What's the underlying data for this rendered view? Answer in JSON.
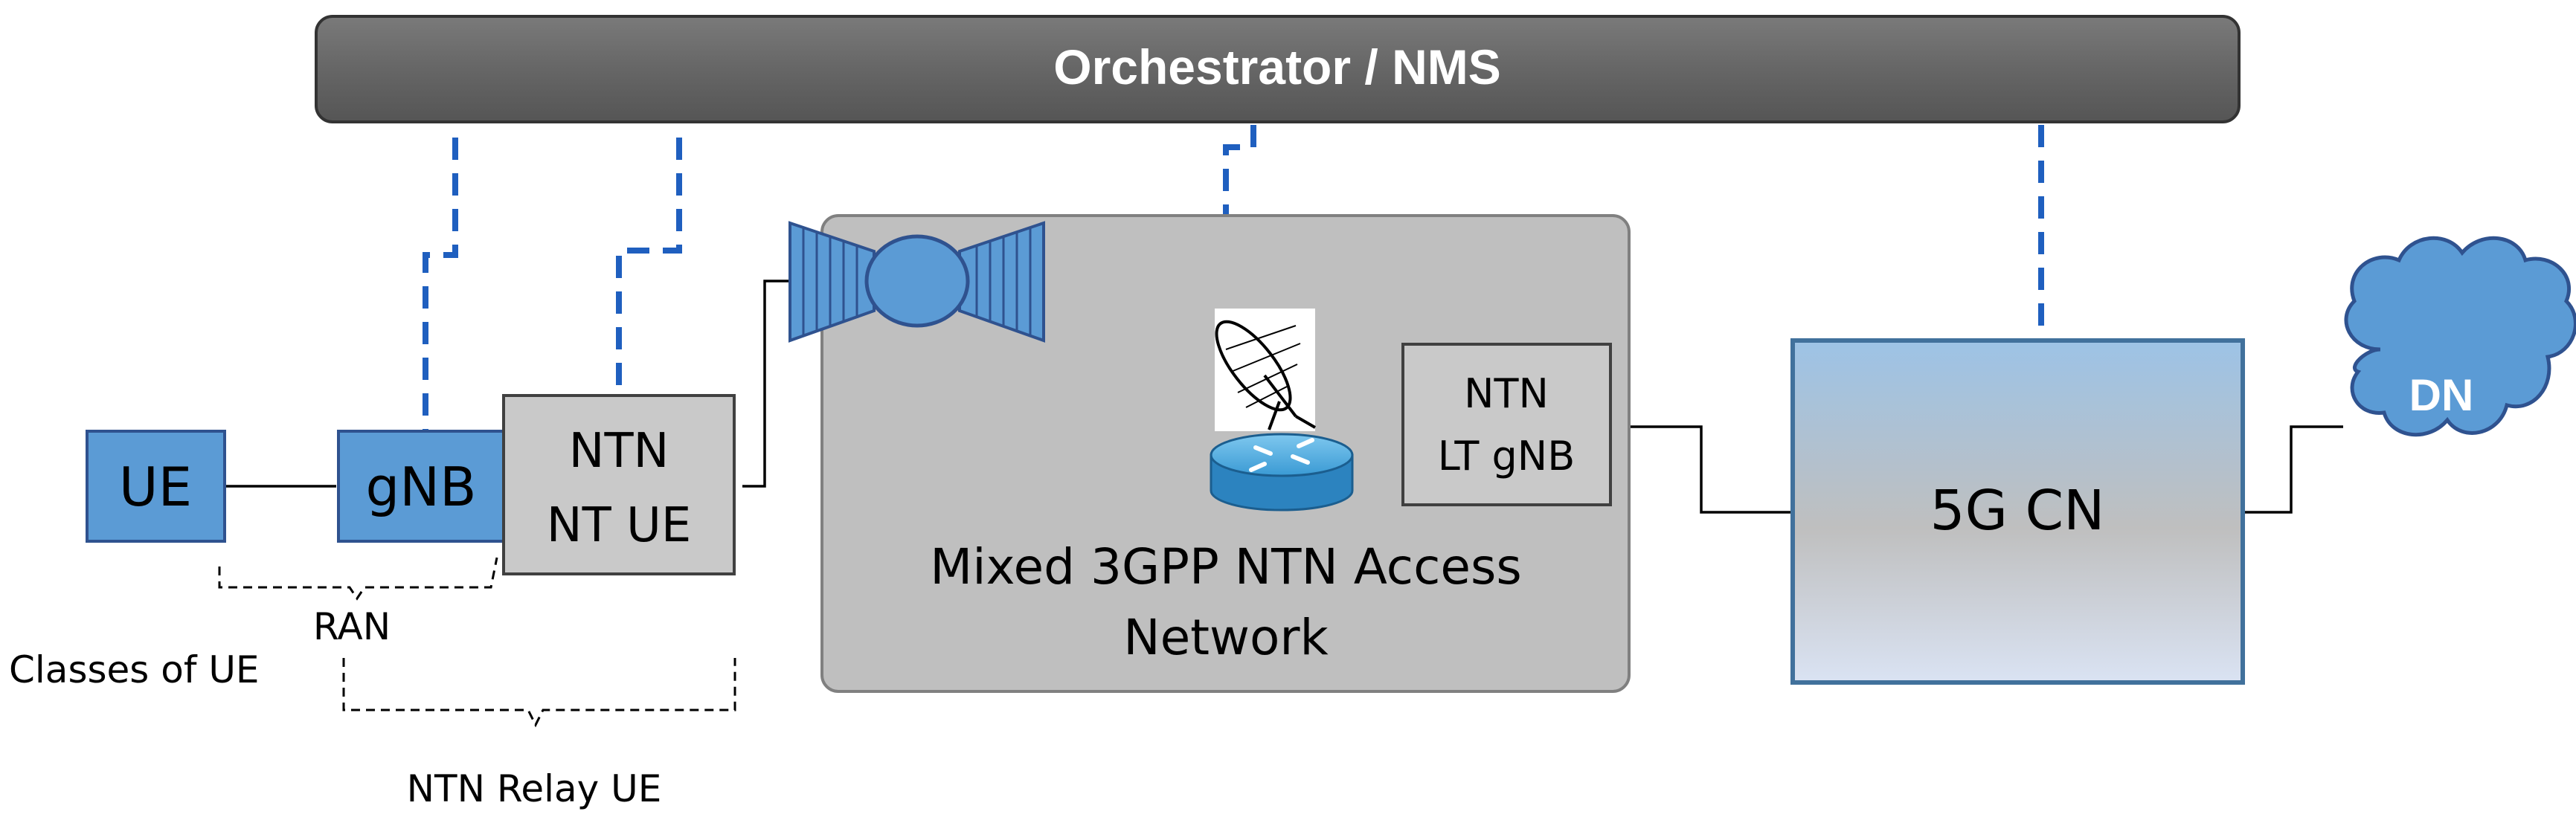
{
  "orchestrator": {
    "label": "Orchestrator / NMS"
  },
  "ue": {
    "label": "UE"
  },
  "gnb": {
    "label": "gNB"
  },
  "ntn_nt_ue": {
    "line1": "NTN",
    "line2": "NT UE"
  },
  "access_network": {
    "line1": "Mixed 3GPP NTN Access",
    "line2": "Network"
  },
  "ntn_lt_gnb": {
    "line1": "NTN",
    "line2": "LT gNB"
  },
  "core": {
    "label": "5G CN"
  },
  "dn": {
    "label": "DN"
  },
  "brackets": {
    "ran": "RAN",
    "classes_of_ue": "Classes of UE",
    "ntn_relay_ue": "NTN Relay UE"
  },
  "colors": {
    "orchestrator_fill": "#666666",
    "node_blue": "#5b9bd5",
    "node_gray": "#c9c9c9",
    "access_gray": "#bfbfbf",
    "mgmt_dash": "#1f5fbf",
    "cloud_blue": "#5b9bd5"
  }
}
